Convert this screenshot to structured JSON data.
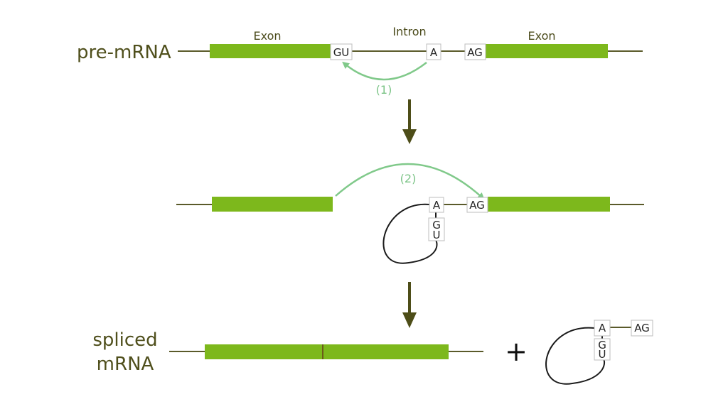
{
  "labels": {
    "pre_mrna": "pre-mRNA",
    "exon_left": "Exon",
    "intron": "Intron",
    "exon_right": "Exon",
    "spliced_line1": "spliced",
    "spliced_line2": "mRNA",
    "step1": "(1)",
    "step2": "(2)",
    "plus": "+"
  },
  "nucleotides": {
    "gu": "GU",
    "a": "A",
    "ag": "AG",
    "g": "G",
    "u": "U"
  },
  "colors": {
    "exon": "#7db81c",
    "backbone": "#5a5a2a",
    "step_arrow": "#80c98a",
    "process_arrow": "#4d4d18",
    "lariat": "#1a1a1a"
  }
}
